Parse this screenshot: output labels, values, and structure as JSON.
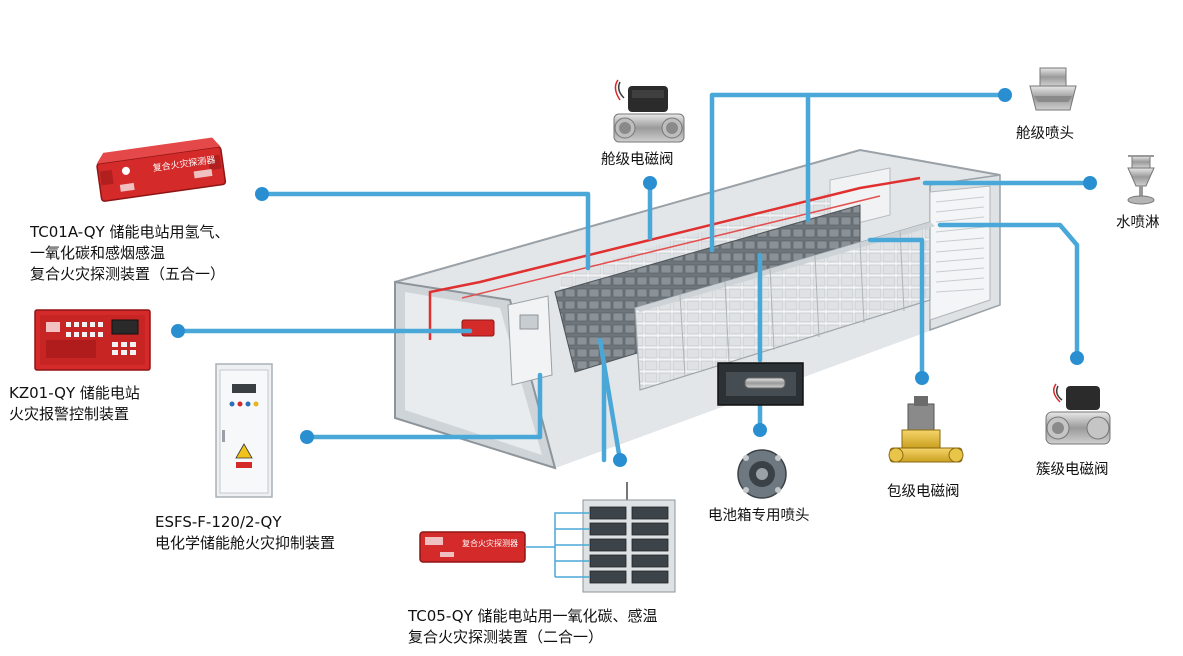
{
  "labels": {
    "tc01a": [
      "TC01A-QY 储能电站用氢气、",
      "一氧化碳和感烟感温",
      "复合火灾探测装置（五合一）"
    ],
    "kz01": [
      "KZ01-QY 储能电站",
      "火灾报警控制装置"
    ],
    "esfs": [
      "ESFS-F-120/2-QY",
      "电化学储能舱火灾抑制装置"
    ],
    "tc05": [
      "TC05-QY 储能电站用一氧化碳、感温",
      "复合火灾探测装置（二合一）"
    ],
    "cabin_valve": "舱级电磁阀",
    "cabin_nozzle": "舱级喷头",
    "sprinkler": "水喷淋",
    "cluster_valve": "簇级电磁阀",
    "pack_valve": "包级电磁阀",
    "box_nozzle": "电池箱专用喷头"
  },
  "device_text": {
    "detector_title": "复合火灾探测器",
    "detector_small_title": "复合火灾探测器"
  },
  "colors": {
    "line_blue": "#4aa8d8",
    "device_red": "#d42a2a",
    "pipe_red": "#e03030",
    "container_grey": "#d9dde0"
  }
}
